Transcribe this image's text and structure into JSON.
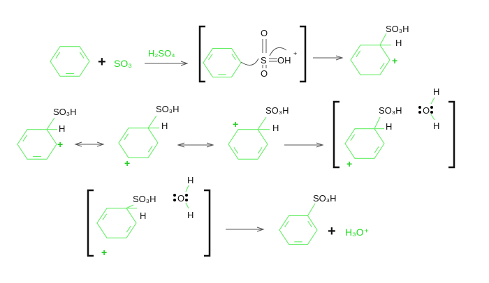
{
  "title": "Sulfonation of benzene mechanism",
  "colors": {
    "reagent": "#22dd22",
    "ring": "#66ee66",
    "text": "#111111"
  },
  "step1": {
    "plus": "+",
    "reagent": "SO₃",
    "catalyst": "H₂SO₄",
    "s_atom": "S",
    "o_top": "O",
    "o_bottom": "O",
    "oh": "OH",
    "charge": "+"
  },
  "intermediate": {
    "group": "SO₃H",
    "h": "H",
    "charge": "+"
  },
  "water": {
    "o": "O",
    "h1": "H",
    "h2": "H"
  },
  "product": {
    "group": "SO₃H",
    "plus": "+",
    "byproduct": "H₃O⁺"
  }
}
